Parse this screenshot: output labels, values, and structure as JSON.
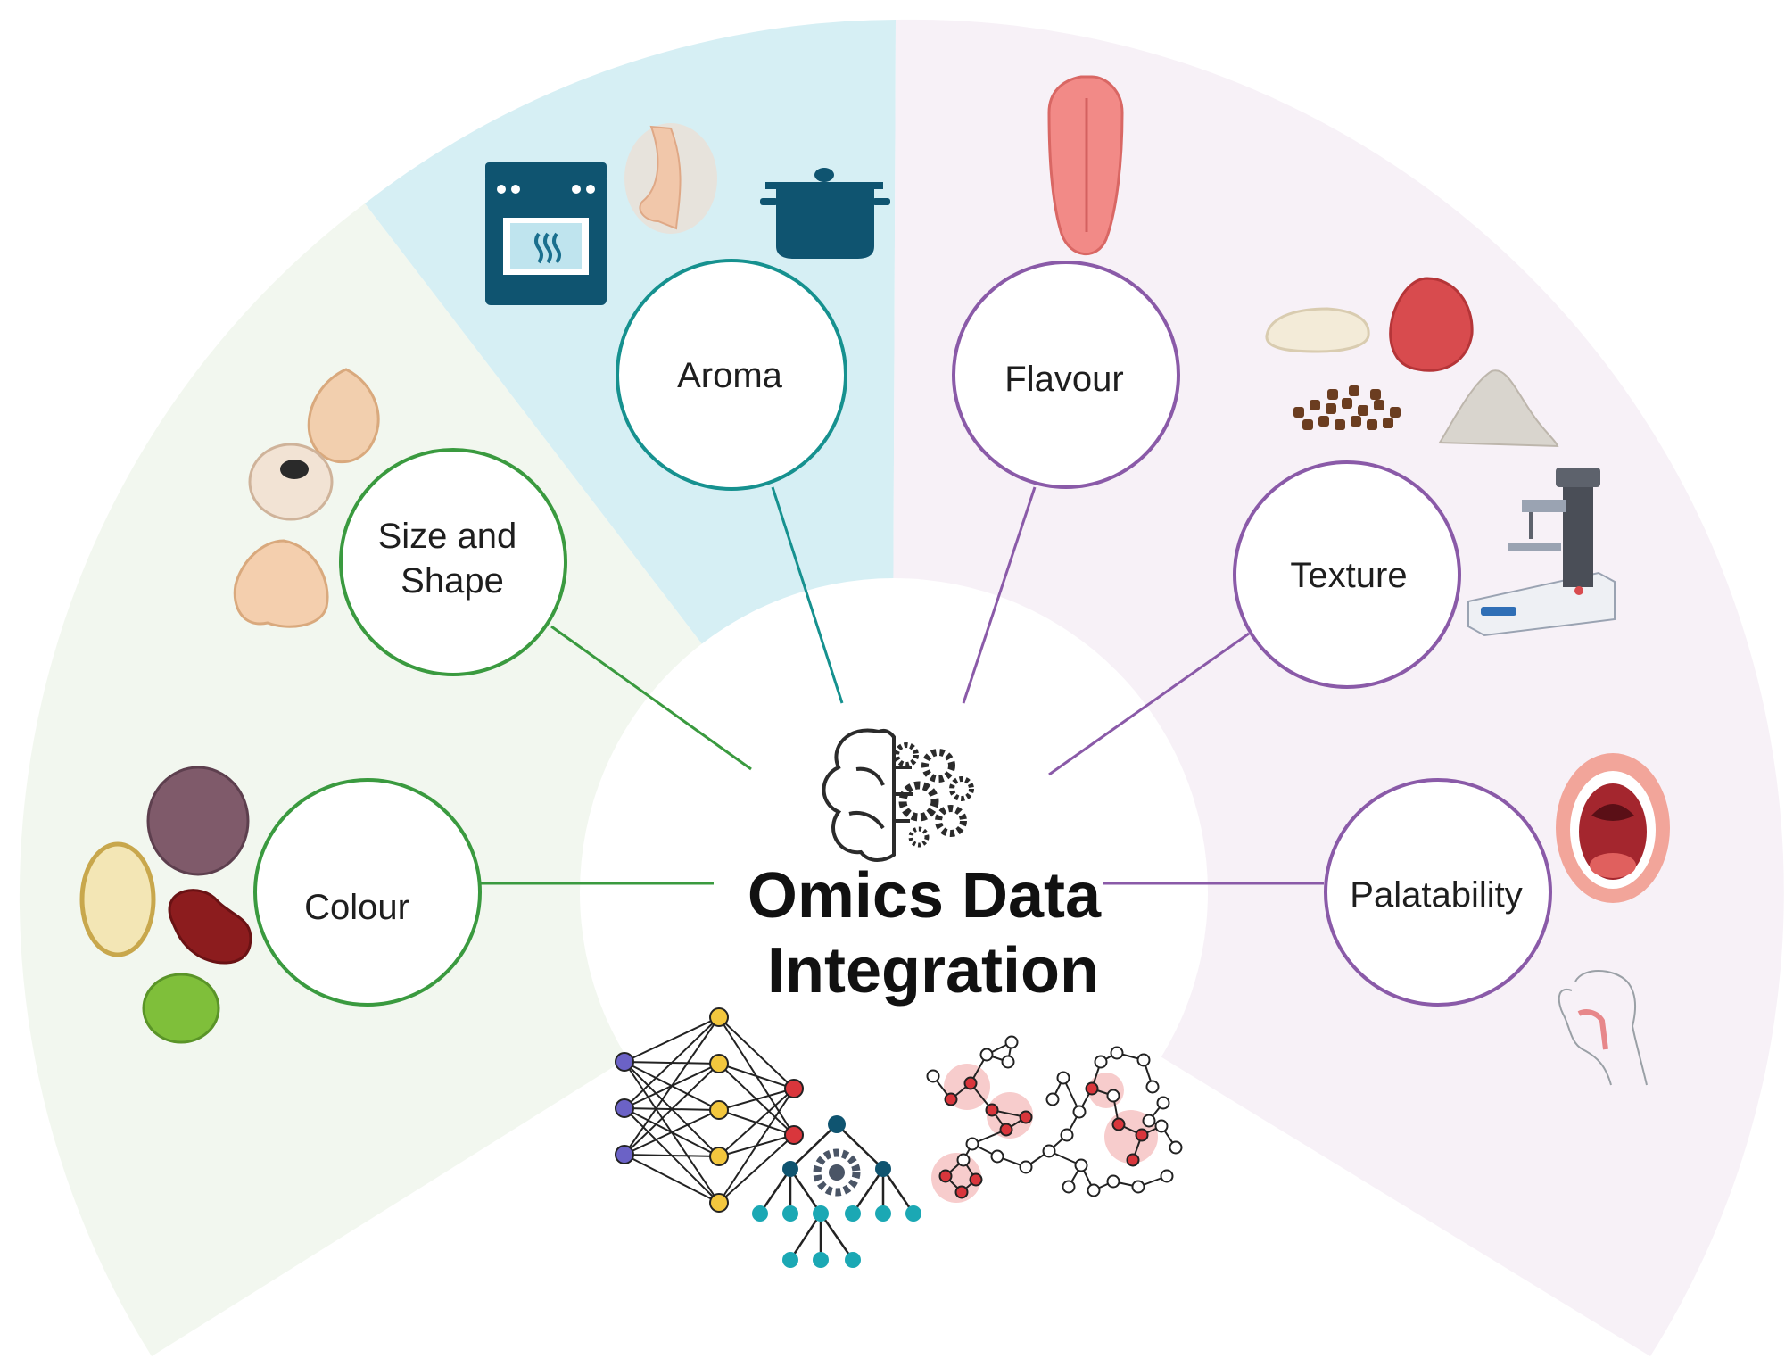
{
  "center": {
    "title_line1": "Omics Data",
    "title_line2": "Integration",
    "icon": "brain-gears-icon"
  },
  "colors": {
    "green_sector": "#f2f7ef",
    "blue_sector": "#d6eff4",
    "purple_sector": "#f7f1f7",
    "green_ring": "#3a9a3f",
    "teal_ring": "#16918f",
    "purple_ring": "#8a5aa8"
  },
  "nodes": [
    {
      "label_lines": [
        "Colour"
      ],
      "ring": "green"
    },
    {
      "label_lines": [
        "Size and",
        "Shape"
      ],
      "ring": "green"
    },
    {
      "label_lines": [
        "Aroma"
      ],
      "ring": "teal"
    },
    {
      "label_lines": [
        "Flavour"
      ],
      "ring": "purple"
    },
    {
      "label_lines": [
        "Texture"
      ],
      "ring": "purple"
    },
    {
      "label_lines": [
        "Palatability"
      ],
      "ring": "purple"
    }
  ],
  "icons": {
    "colour": [
      "purple-seed-icon",
      "white-bean-icon",
      "kidney-bean-icon",
      "green-pea-icon"
    ],
    "size_shape": [
      "chickpea-icon",
      "black-eyed-pea-icon",
      "chickpea-large-icon"
    ],
    "aroma": [
      "oven-icon",
      "nose-icon",
      "cooking-pot-icon"
    ],
    "flavour": [
      "tongue-icon"
    ],
    "texture": [
      "paste-icon",
      "dough-icon",
      "granules-icon",
      "powder-icon",
      "texture-analyser-icon"
    ],
    "palatability": [
      "open-mouth-icon",
      "head-profile-icon"
    ],
    "bottom": [
      "neural-network-icon",
      "decision-tree-icon",
      "molecular-network-icon"
    ]
  }
}
